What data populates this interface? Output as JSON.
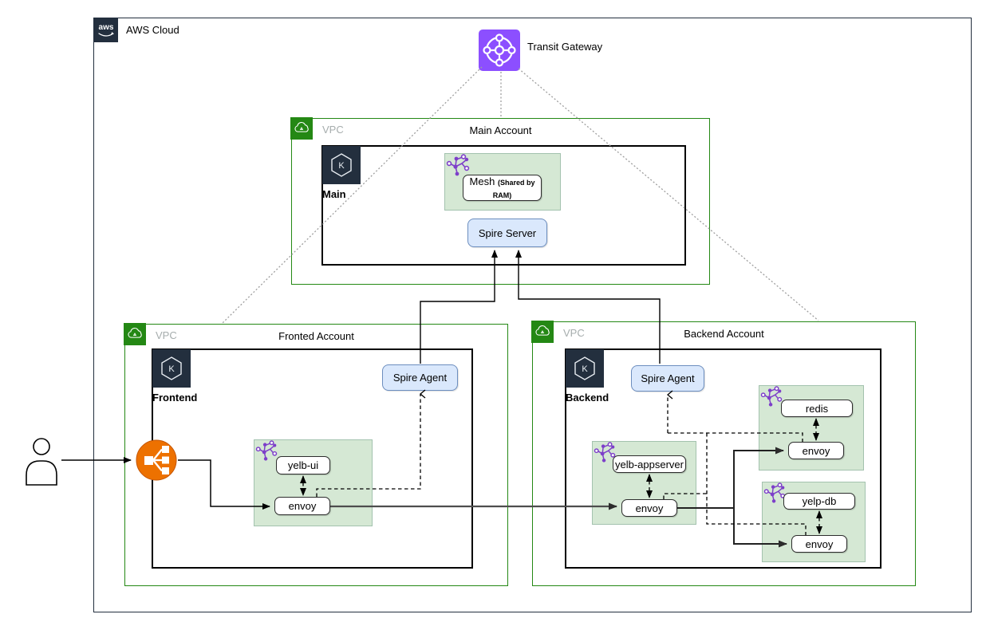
{
  "aws_cloud": {
    "label": "AWS Cloud",
    "logo_text": "aws"
  },
  "transit_gateway": {
    "label": "Transit Gateway"
  },
  "accounts": {
    "main": {
      "vpc_label": "VPC",
      "account_label": "Main Account",
      "cluster_label": "Main",
      "mesh": {
        "title": "Mesh",
        "subtitle": "(Shared by RAM)"
      },
      "spire_server": "Spire Server"
    },
    "frontend": {
      "vpc_label": "VPC",
      "account_label": "Fronted Account",
      "cluster_label": "Frontend",
      "spire_agent": "Spire Agent",
      "services": {
        "yelb_ui": "yelb-ui",
        "envoy": "envoy"
      }
    },
    "backend": {
      "vpc_label": "VPC",
      "account_label": "Backend Account",
      "cluster_label": "Backend",
      "spire_agent": "Spire Agent",
      "services": {
        "yelb_appserver": "yelb-appserver",
        "envoy": "envoy",
        "redis": "redis",
        "redis_envoy": "envoy",
        "yelp_db": "yelp-db",
        "yelp_db_envoy": "envoy"
      }
    }
  },
  "colors": {
    "vpc_border": "#248814",
    "eks_border": "#000000",
    "cluster_icon_bg": "#232F3E",
    "transit_gateway": "#8C4FFF",
    "load_balancer": "#ED7100",
    "mesh_icon": "#7D3FC9",
    "mesh_group_fill": "#D5E8D4",
    "spire_fill": "#DAE8FC",
    "spire_border": "#6C8EBF",
    "aws_dark": "#232F3E"
  }
}
